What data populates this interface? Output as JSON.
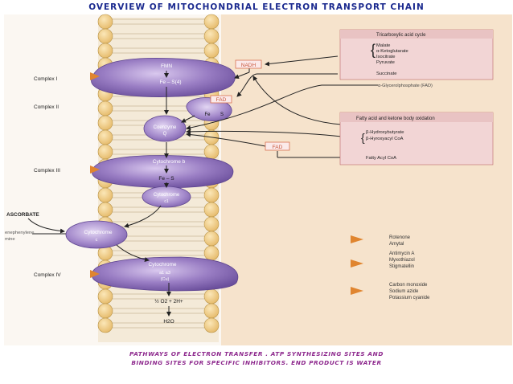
{
  "title": "OVERVIEW OF MITOCHONDRIAL ELECTRON TRANSPORT CHAIN",
  "caption": {
    "line1": "PATHWAYS OF ELECTRON TRANSFER . ATP SYNTHESIZING SITES AND",
    "line2": "BINDING SITES FOR SPECIFIC INHIBITORS. END PRODUCT IS WATER"
  },
  "complex_labels": {
    "c1": "Complex I",
    "c2": "Complex II",
    "c3": "Complex III",
    "c4": "Complex IV"
  },
  "carriers": {
    "fmn": "FMN",
    "fes4": "Fe – S(4)",
    "fe": "Fe",
    "s": "S",
    "fad_c2": "FAD",
    "coenzyme": "Coenzyme",
    "q": "Q",
    "cyt_b": "Cytochrome b",
    "fe_s": "Fe – S",
    "cyt_c1": "Cytochrome",
    "c1_sub": "c1",
    "cyt_c": "Cytochrome",
    "c_sub": "c",
    "cyt_aa3": "Cytochrome",
    "aa3_sub": "a1 a3",
    "cu": "(Cu)",
    "o2": "½ O2 + 2H+",
    "h2o": "H2O"
  },
  "tags": {
    "nadh": "NADH",
    "fad_side": "FAD"
  },
  "tca": {
    "header": "Tricarboxylic acid cycle",
    "items": [
      "Malate",
      "α-Ketoglutarate",
      "Isocitrate",
      "Pyruvate"
    ],
    "succinate": "Succinate",
    "glycerophosphate": "α-Glycerolphosphate (FAD)"
  },
  "fatty": {
    "header": "Fatty acid and ketone body oxidation",
    "items": [
      "β-Hydroxybutyrate",
      "β-Hyroxyacyl CoA"
    ],
    "fatty_acyl": "Fatty Acyl CoA"
  },
  "left_notes": {
    "ascorbate": "ASCORBATE",
    "phenylene": "enephenylene",
    "mine": "mine"
  },
  "inhibitors": [
    {
      "agents": [
        "Rotenone",
        "Amytal"
      ]
    },
    {
      "agents": [
        "Antimycin A",
        "Myxothiazol",
        "Stigmatellin"
      ]
    },
    {
      "agents": [
        "Carbon monoxide",
        "Sodium azide",
        "Potassium cyanide"
      ]
    }
  ],
  "colors": {
    "membrane_head": "#efc982",
    "membrane_head_edge": "#b89245",
    "matrix": "#f6e3cc",
    "complex_fill": "#8a6fb6",
    "complex_light": "#c9b6e2",
    "title_color": "#1b2a8f",
    "caption_color": "#8e2a8e",
    "tag_color": "#d9704f",
    "box_fill": "#f2d5d5",
    "inhibitor_color": "#e0852f"
  }
}
